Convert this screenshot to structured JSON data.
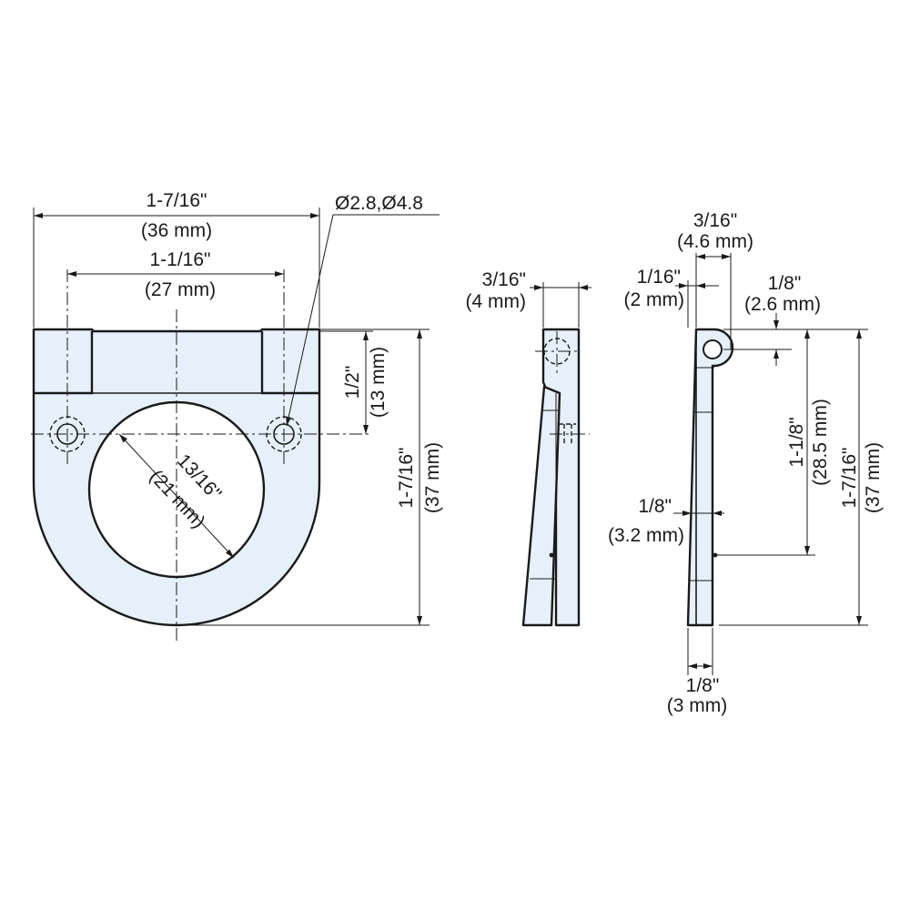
{
  "front_view": {
    "overall_width": {
      "inch": "1-7/16\"",
      "mm": "(36 mm)"
    },
    "hole_spacing": {
      "inch": "1-1/16\"",
      "mm": "(27 mm)"
    },
    "hole_diameters": "Ø2.8,Ø4.8",
    "ring_diameter": {
      "inch": "13/16\"",
      "mm": "(21 mm)"
    },
    "hole_offset": {
      "inch": "1/2\"",
      "mm": "(13 mm)"
    },
    "overall_height": {
      "inch": "1-7/16\"",
      "mm": "(37 mm)"
    }
  },
  "middle_view": {
    "thickness": {
      "inch": "3/16\"",
      "mm": "(4 mm)"
    }
  },
  "side_view": {
    "hinge_width": {
      "inch": "3/16\"",
      "mm": "(4.6 mm)"
    },
    "plate_thickness": {
      "inch": "1/16\"",
      "mm": "(2 mm)"
    },
    "pin_offset": {
      "inch": "1/8\"",
      "mm": "(2.6 mm)"
    },
    "ring_depth": {
      "inch": "1/8\"",
      "mm": "(3.2 mm)"
    },
    "ring_length": {
      "inch": "1-1/8\"",
      "mm": "(28.5 mm)"
    },
    "overall_height": {
      "inch": "1-7/16\"",
      "mm": "(37 mm)"
    },
    "bottom_thickness": {
      "inch": "1/8\"",
      "mm": "(3 mm)"
    }
  }
}
